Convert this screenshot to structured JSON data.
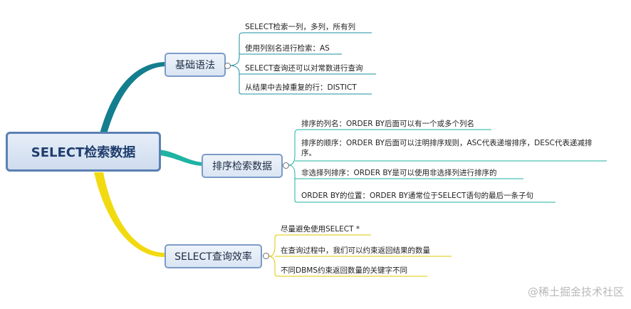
{
  "root": {
    "label": "SELECT检索数据"
  },
  "branches": [
    {
      "label": "基础语法",
      "color": "#137e8e",
      "items": [
        "SELECT检索一列，多列，所有列",
        "使用列别名进行检索：AS",
        "SELECT查询还可以对常数进行查询",
        "从结果中去掉重复的行：DISTICT"
      ]
    },
    {
      "label": "排序检索数据",
      "color": "#1fb3a2",
      "items": [
        "排序的列名：ORDER BY后面可以有一个或多个列名",
        "排序的顺序：ORDER BY后面可以注明排序规则，ASC代表递增排序，DESC代表递减排序。",
        "非选择列排序：ORDER BY是可以使用非选择列进行排序的",
        "ORDER BY的位置：ORDER BY通常位于SELECT语句的最后一条子句"
      ]
    },
    {
      "label": "SELECT查询效率",
      "color": "#f2da11",
      "items": [
        "尽量避免使用SELECT *",
        "在查询过程中，我们可以约束返回结果的数量",
        "不同DBMS约束返回数量的关键字不同"
      ]
    }
  ],
  "watermark": "@稀土掘金技术社区"
}
